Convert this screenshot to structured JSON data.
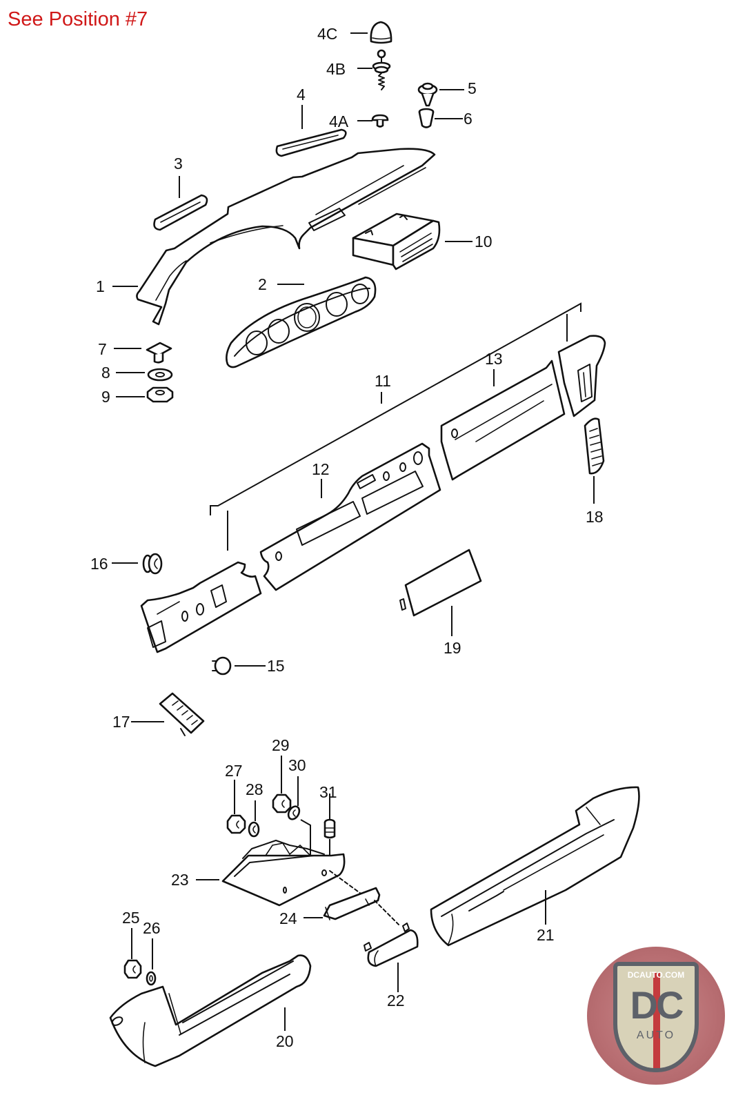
{
  "note": {
    "text": "See Position #7",
    "color": "#d01818"
  },
  "labels": {
    "p1": "1",
    "p2": "2",
    "p3": "3",
    "p4": "4",
    "p4a": "4A",
    "p4b": "4B",
    "p4c": "4C",
    "p5": "5",
    "p6": "6",
    "p7": "7",
    "p8": "8",
    "p9": "9",
    "p10": "10",
    "p11": "11",
    "p12": "12",
    "p13": "13",
    "p15": "15",
    "p16": "16",
    "p17": "17",
    "p18": "18",
    "p19": "19",
    "p20": "20",
    "p21": "21",
    "p22": "22",
    "p23": "23",
    "p24": "24",
    "p25": "25",
    "p26": "26",
    "p27": "27",
    "p28": "28",
    "p29": "29",
    "p30": "30",
    "p31": "31"
  },
  "logo": {
    "url_text": "DCAUTO.COM",
    "main_text": "DC",
    "sub_text": "AUTO",
    "colors": {
      "shield": "#d8d2b8",
      "text": "#5d6169",
      "stripe": "#c43b3e",
      "background": "#b86e72"
    }
  }
}
